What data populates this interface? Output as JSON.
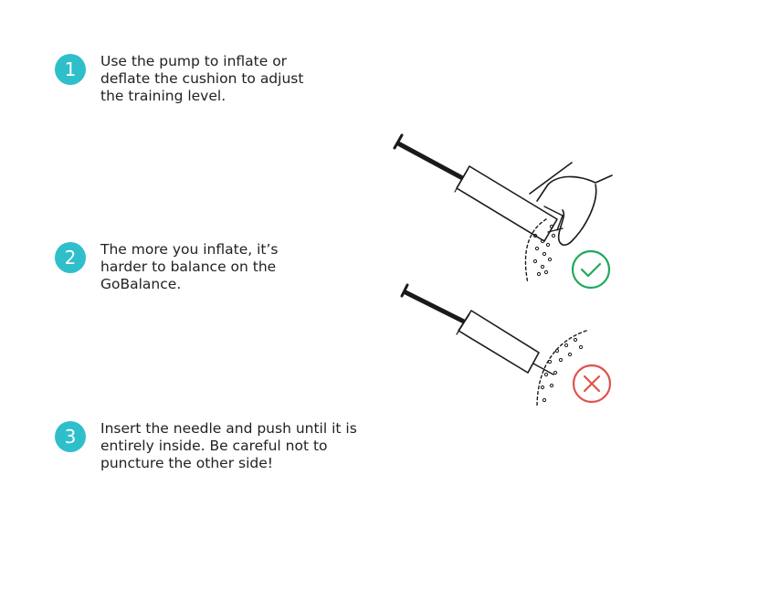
{
  "colors": {
    "accent": "#2ebfcb",
    "correct": "#1fa95b",
    "incorrect": "#e0524a"
  },
  "steps": [
    {
      "number": "1",
      "text": "Use the pump to inflate or\ndeflate the cushion to adjust\nthe training level."
    },
    {
      "number": "2",
      "text": "The more you inflate, it’s\nharder to balance on the\nGoBalance."
    },
    {
      "number": "3",
      "text": "Insert the needle and push until it is\nentirely inside. Be careful not to\npuncture the other side!"
    }
  ],
  "illustrations": {
    "correct_icon": "check-icon",
    "incorrect_icon": "x-icon"
  }
}
